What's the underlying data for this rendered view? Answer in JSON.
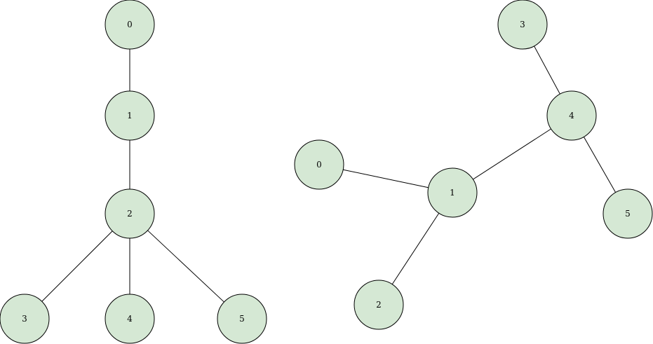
{
  "colors": {
    "node_fill": "#d5e8d4",
    "node_stroke": "#000000",
    "edge_stroke": "#000000",
    "background": "#ffffff"
  },
  "graphs": [
    {
      "id": "left-tree",
      "nodes": [
        {
          "id": "L0",
          "label": "0"
        },
        {
          "id": "L1",
          "label": "1"
        },
        {
          "id": "L2",
          "label": "2"
        },
        {
          "id": "L3",
          "label": "3"
        },
        {
          "id": "L4",
          "label": "4"
        },
        {
          "id": "L5",
          "label": "5"
        }
      ],
      "edges": [
        [
          "L0",
          "L1"
        ],
        [
          "L1",
          "L2"
        ],
        [
          "L2",
          "L3"
        ],
        [
          "L2",
          "L4"
        ],
        [
          "L2",
          "L5"
        ]
      ]
    },
    {
      "id": "right-tree",
      "nodes": [
        {
          "id": "R0",
          "label": "0"
        },
        {
          "id": "R1",
          "label": "1"
        },
        {
          "id": "R2",
          "label": "2"
        },
        {
          "id": "R3",
          "label": "3"
        },
        {
          "id": "R4",
          "label": "4"
        },
        {
          "id": "R5",
          "label": "5"
        }
      ],
      "edges": [
        [
          "R0",
          "R1"
        ],
        [
          "R1",
          "R2"
        ],
        [
          "R1",
          "R4"
        ],
        [
          "R4",
          "R3"
        ],
        [
          "R4",
          "R5"
        ]
      ]
    }
  ]
}
